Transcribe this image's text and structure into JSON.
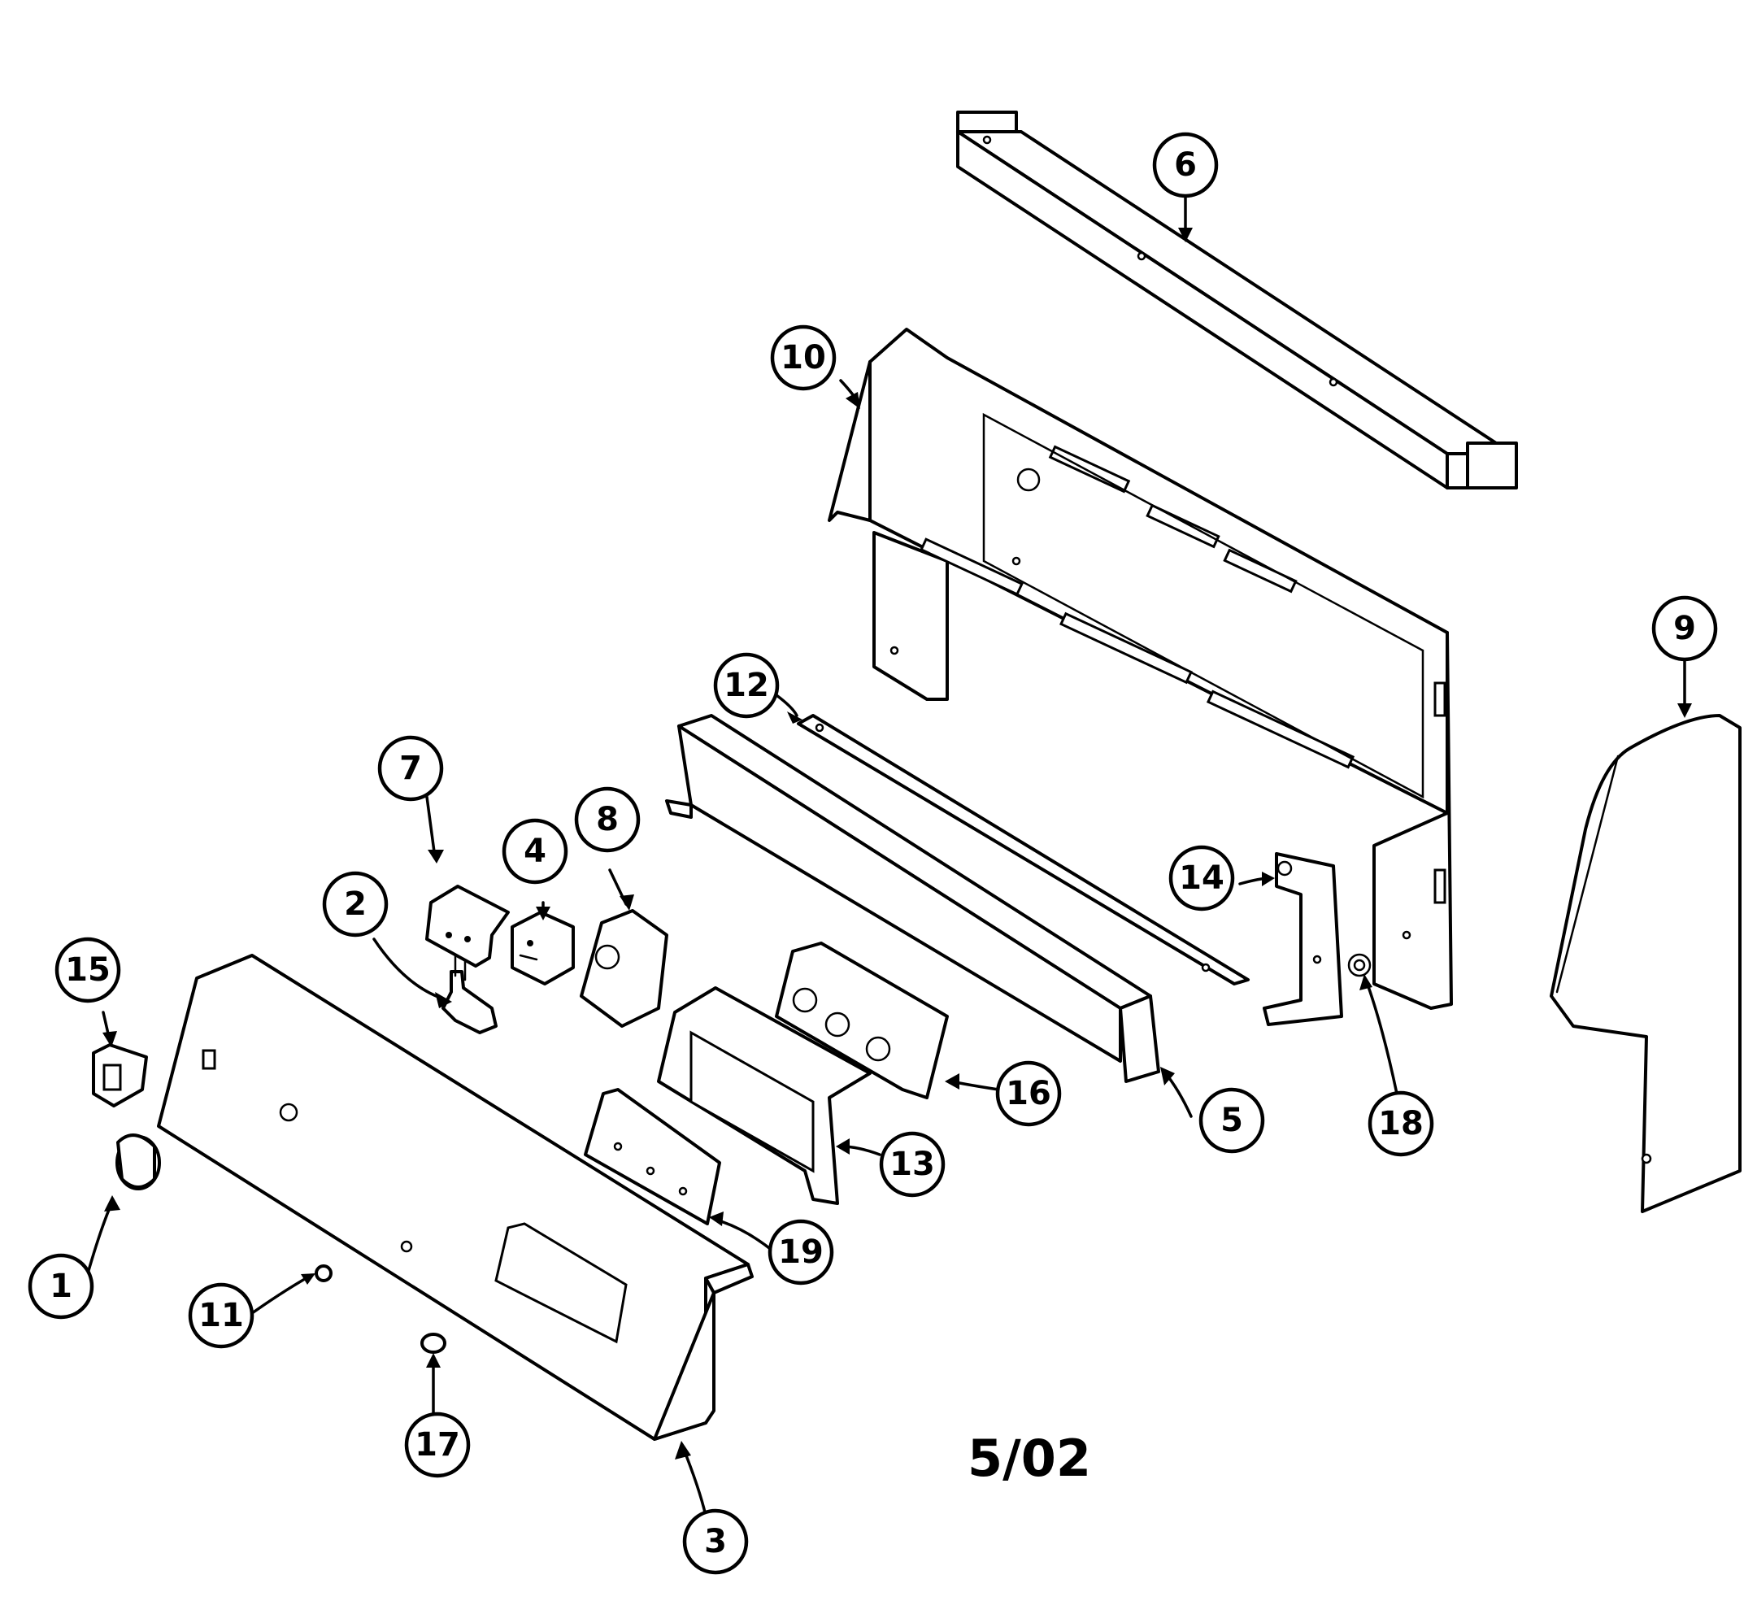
{
  "callouts": [
    {
      "id": "1",
      "label": "1"
    },
    {
      "id": "2",
      "label": "2"
    },
    {
      "id": "3",
      "label": "3"
    },
    {
      "id": "4",
      "label": "4"
    },
    {
      "id": "5",
      "label": "5"
    },
    {
      "id": "6",
      "label": "6"
    },
    {
      "id": "7",
      "label": "7"
    },
    {
      "id": "8",
      "label": "8"
    },
    {
      "id": "9",
      "label": "9"
    },
    {
      "id": "10",
      "label": "10"
    },
    {
      "id": "11",
      "label": "11"
    },
    {
      "id": "12",
      "label": "12"
    },
    {
      "id": "13",
      "label": "13"
    },
    {
      "id": "14",
      "label": "14"
    },
    {
      "id": "15",
      "label": "15"
    },
    {
      "id": "16",
      "label": "16"
    },
    {
      "id": "17",
      "label": "17"
    },
    {
      "id": "18",
      "label": "18"
    },
    {
      "id": "19",
      "label": "19"
    }
  ],
  "date_code": "5/02"
}
